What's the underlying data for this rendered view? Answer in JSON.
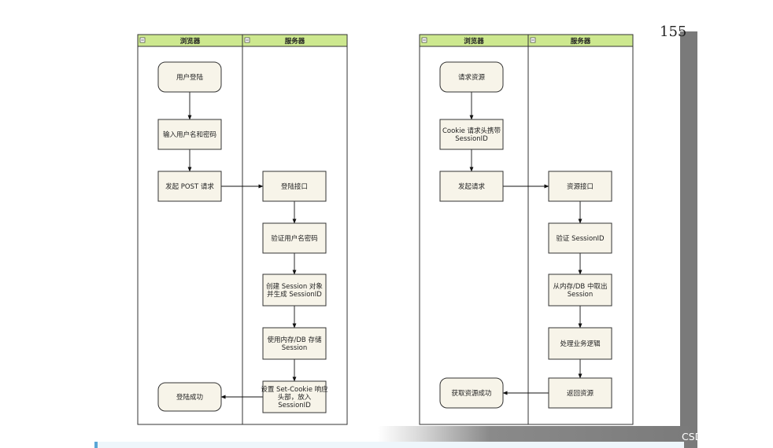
{
  "page_number": "155",
  "watermark": "CSDN @晓拾柒",
  "diagrams": [
    {
      "name": "login",
      "lanes": [
        "浏览器",
        "服务器"
      ],
      "nodes": [
        {
          "id": "l-user-login",
          "lines": [
            "用户登陆"
          ]
        },
        {
          "id": "l-input-credentials",
          "lines": [
            "输入用户名和密码"
          ]
        },
        {
          "id": "l-send-post",
          "lines": [
            "发起 POST 请求"
          ]
        },
        {
          "id": "l-login-api",
          "lines": [
            "登陆接口"
          ]
        },
        {
          "id": "l-verify-credentials",
          "lines": [
            "验证用户名密码"
          ]
        },
        {
          "id": "l-create-session",
          "lines": [
            "创建 Session 对象",
            "并生成 SessionID"
          ]
        },
        {
          "id": "l-store-session",
          "lines": [
            "使用内存/DB 存储",
            "Session"
          ]
        },
        {
          "id": "l-set-cookie",
          "lines": [
            "设置 Set-Cookie 响应",
            "头部，放入",
            "SessionID"
          ]
        },
        {
          "id": "l-login-success",
          "lines": [
            "登陆成功"
          ]
        }
      ]
    },
    {
      "name": "resource",
      "lanes": [
        "浏览器",
        "服务器"
      ],
      "nodes": [
        {
          "id": "r-request-resource",
          "lines": [
            "请求资源"
          ]
        },
        {
          "id": "r-cookie-header",
          "lines": [
            "Cookie 请求头携带",
            "SessionID"
          ]
        },
        {
          "id": "r-send-request",
          "lines": [
            "发起请求"
          ]
        },
        {
          "id": "r-resource-api",
          "lines": [
            "资源接口"
          ]
        },
        {
          "id": "r-verify-sessionid",
          "lines": [
            "验证 SessionID"
          ]
        },
        {
          "id": "r-fetch-session",
          "lines": [
            "从内存/DB 中取出",
            "Session"
          ]
        },
        {
          "id": "r-business-logic",
          "lines": [
            "处理业务逻辑"
          ]
        },
        {
          "id": "r-return-resource",
          "lines": [
            "返回资源"
          ]
        },
        {
          "id": "r-get-resource-success",
          "lines": [
            "获取资源成功"
          ]
        }
      ]
    }
  ],
  "colors": {
    "lane_header": "#cde88f",
    "node_fill": "#f7f4e9",
    "stroke": "#333333"
  }
}
